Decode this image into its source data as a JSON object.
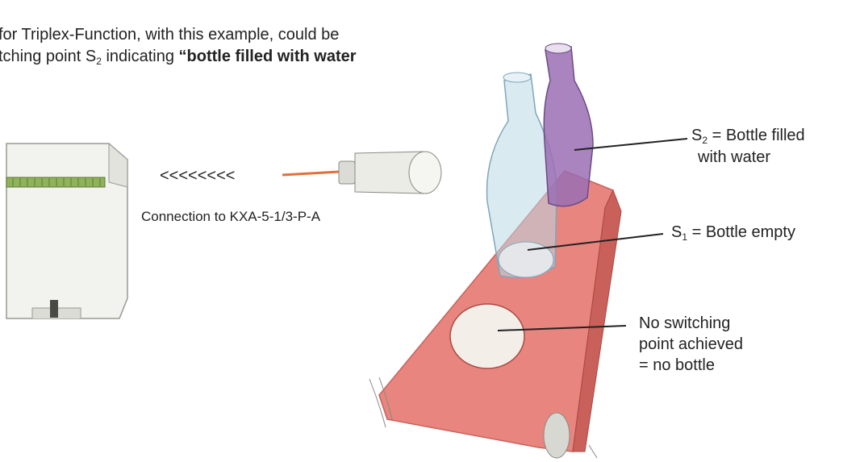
{
  "intro": {
    "line1": "for Triplex-Function, with this example, could be",
    "line2_prefix": "tching point S",
    "line2_sub": "2",
    "line2_mid": " indicating ",
    "line2_bold": "“bottle filled with water"
  },
  "arrows": "<<<<<<<<",
  "connection": "Connection to KXA-5-1/3-P-A",
  "s2": {
    "sym": "S",
    "sub": "2",
    "rest": " = Bottle filled",
    "line2": "with water"
  },
  "s1": {
    "sym": "S",
    "sub": "1",
    "rest": " = Bottle empty"
  },
  "none": {
    "line1": "No switching",
    "line2": "point achieved",
    "line3": "= no bottle"
  },
  "colors": {
    "belt": "#e8857e",
    "belt_dark": "#c9605a",
    "bottle_clear": "#bcd9e6",
    "bottle_purple": "#9a6fb4",
    "module_body": "#f2f2ee",
    "module_strip": "#8fb35a",
    "sensor_cable": "#e0703a"
  }
}
